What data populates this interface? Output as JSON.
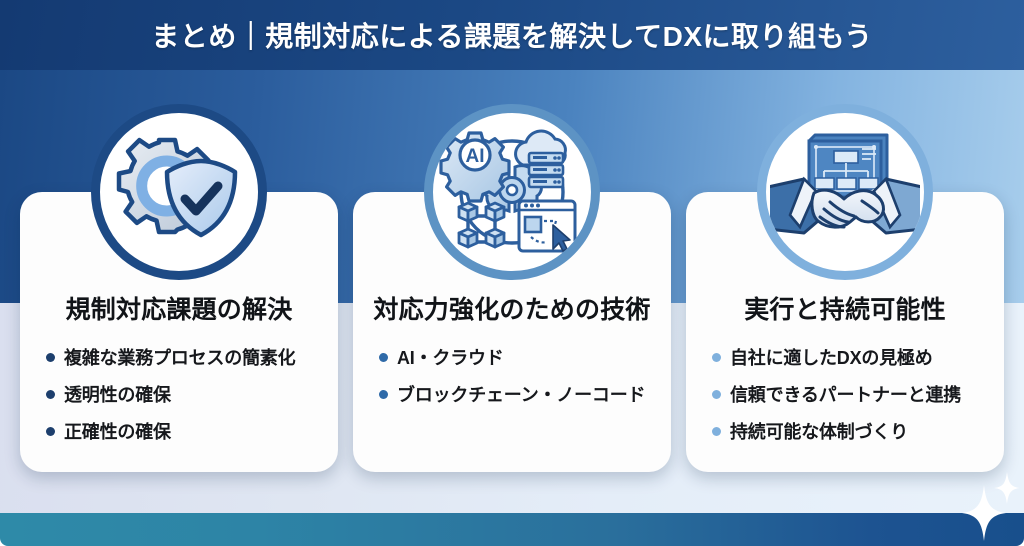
{
  "header": {
    "title": "まとめ｜規制対応による課題を解決してDXに取り組もう"
  },
  "colors": {
    "header_dark": "#143a72",
    "header_light": "#2d5f9e",
    "bg_left": "#1b4884",
    "bg_right": "#a7cdec",
    "footer_left": "#2e8aa8",
    "footer_right": "#184f8c",
    "card_bg": "#fdfdfd",
    "ring_1": "#1d4a85",
    "ring_2": "#5d93c4",
    "ring_3": "#7fb0dd",
    "bullet_1": "#1d3f6d",
    "bullet_2": "#2f6aa8",
    "bullet_3": "#7fb0dd",
    "title_text": "#111418"
  },
  "cards": [
    {
      "icon": "gear-shield-check-icon",
      "title": "規制対応課題の解決",
      "bullets": [
        "複雑な業務プロセスの簡素化",
        "透明性の確保",
        "正確性の確保"
      ]
    },
    {
      "icon": "ai-brain-cloud-blockchain-icon",
      "title": "対応力強化のための技術",
      "bullets": [
        "AI・クラウド",
        "ブロックチェーン・ノーコード"
      ]
    },
    {
      "icon": "handshake-blueprint-icon",
      "title": "実行と持続可能性",
      "bullets": [
        "自社に適したDXの見極め",
        "信頼できるパートナーと連携",
        "持続可能な体制づくり"
      ]
    }
  ],
  "decorations": {
    "sparkle_large": "sparkle-icon",
    "sparkle_small": "sparkle-icon"
  }
}
